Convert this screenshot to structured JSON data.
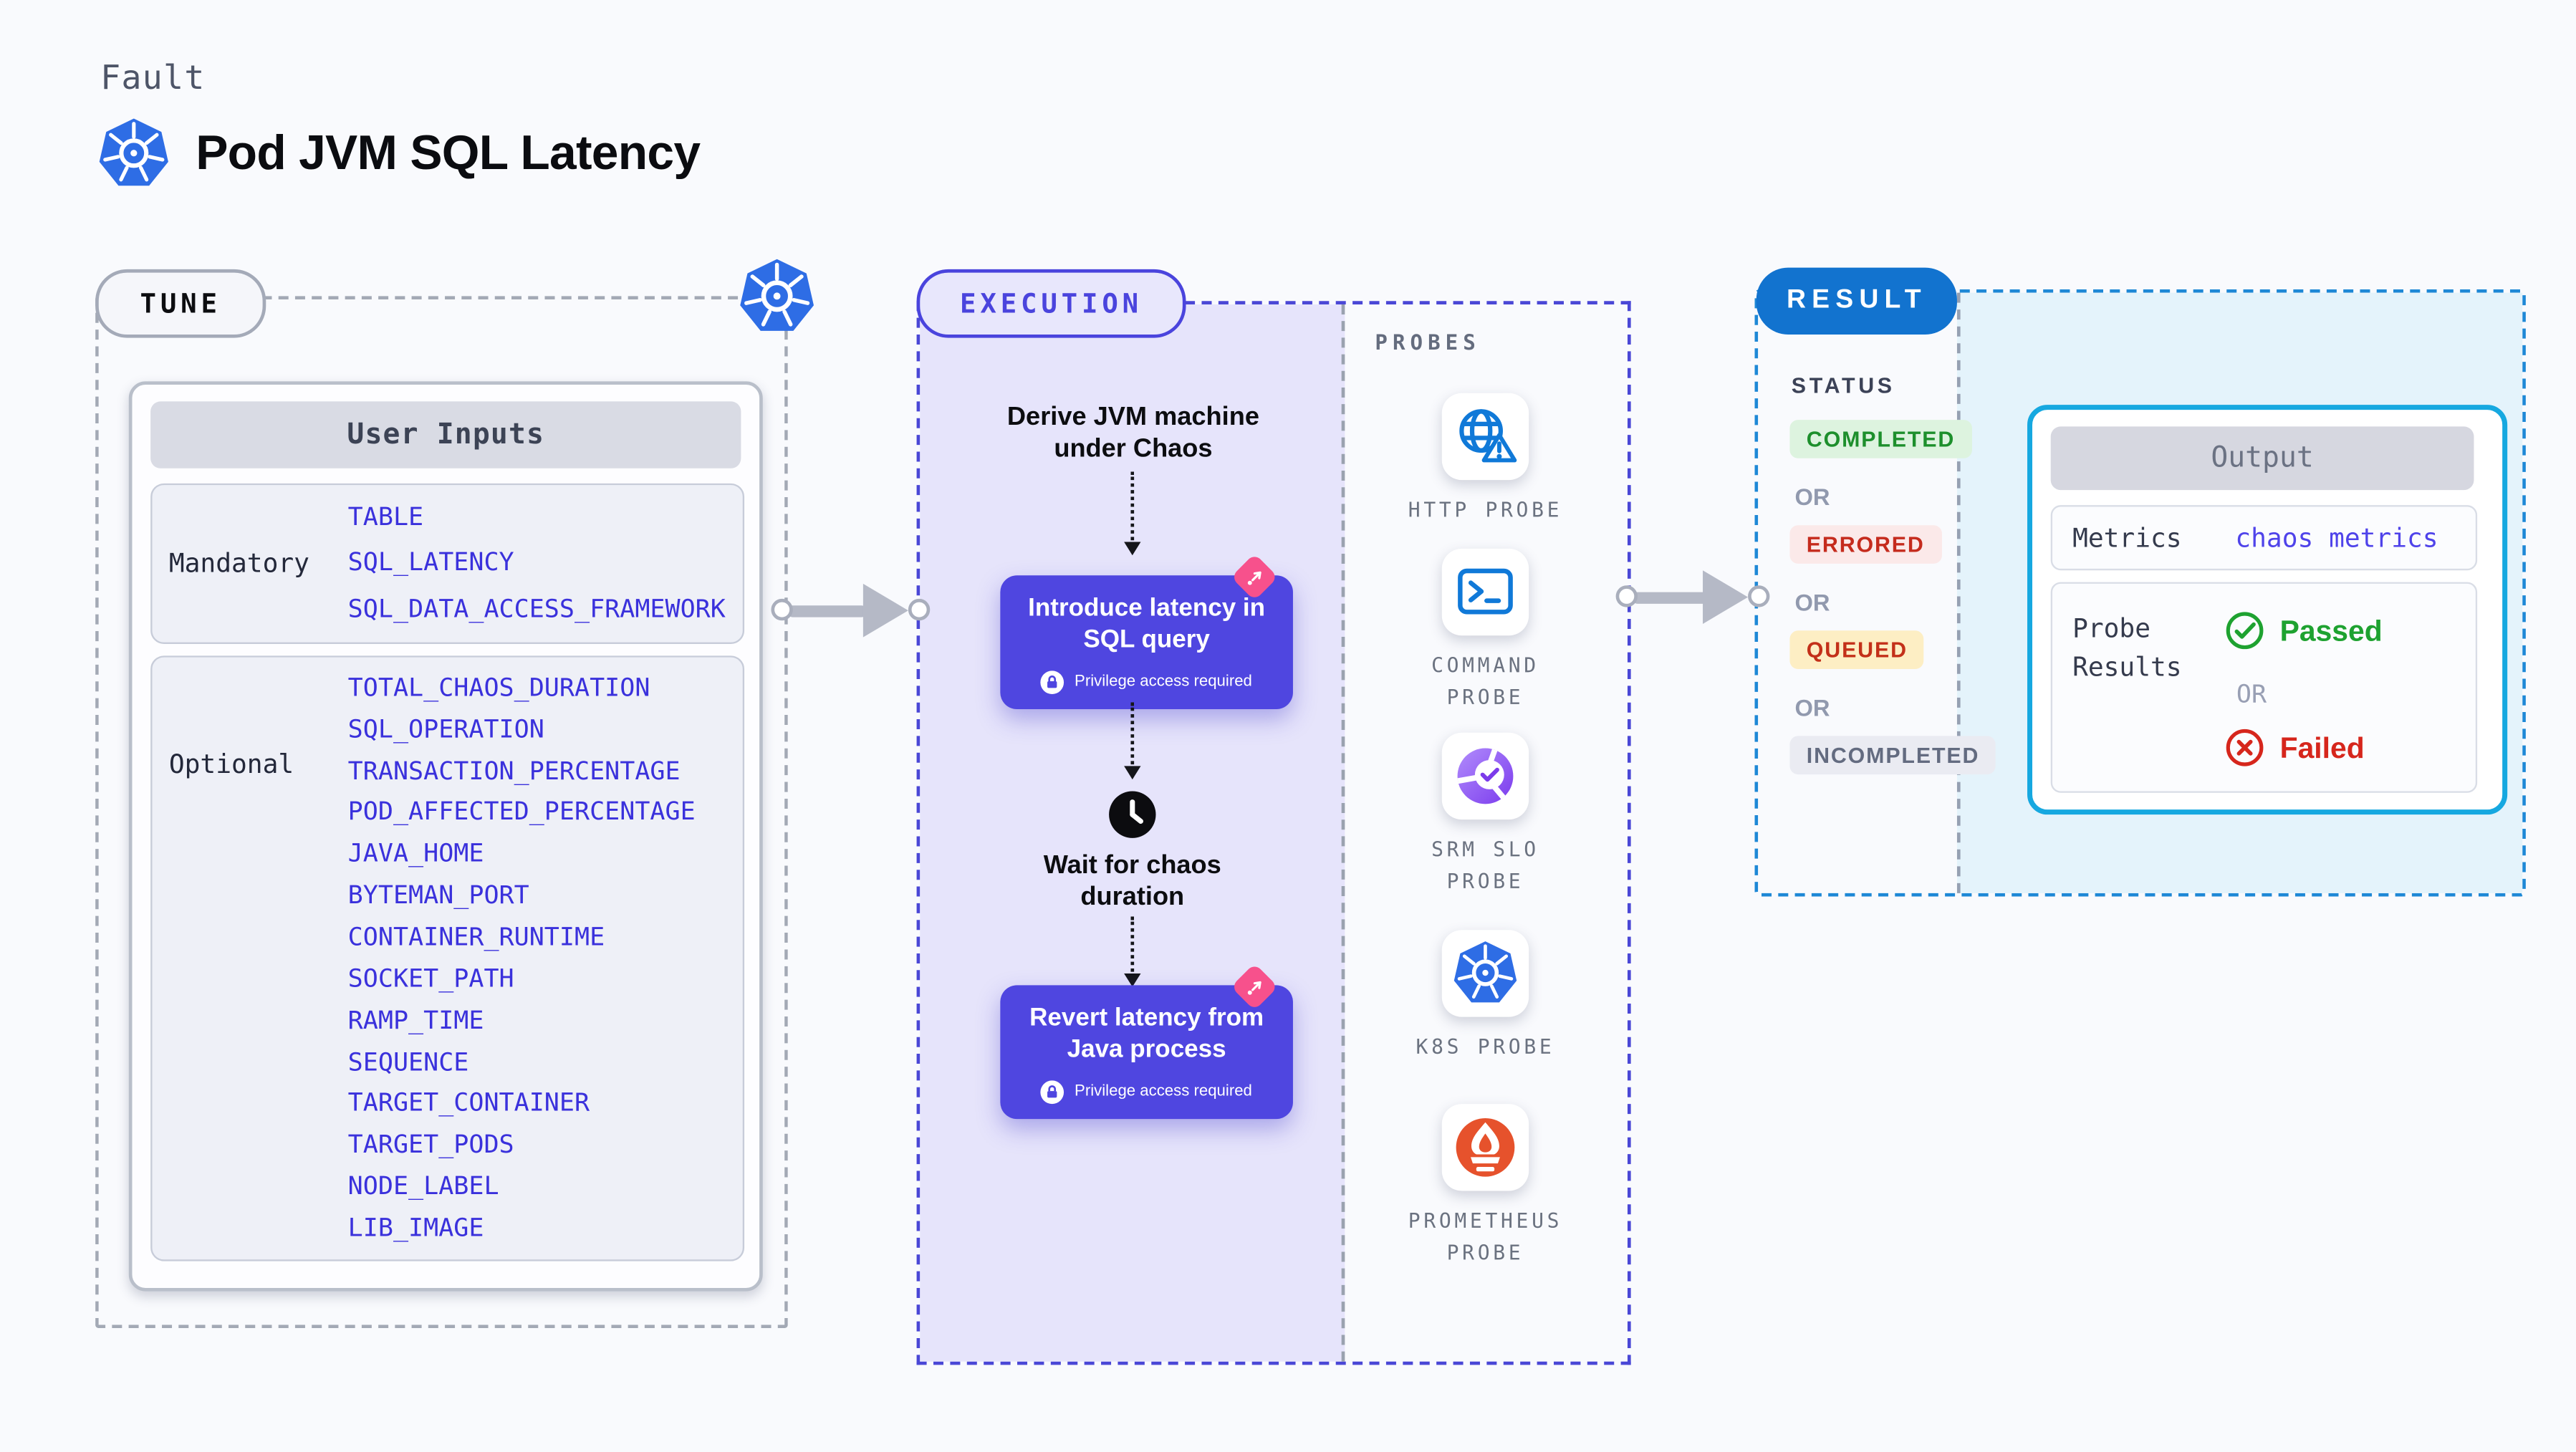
{
  "page": {
    "kicker": "Fault",
    "title": "Pod JVM SQL Latency"
  },
  "tune": {
    "label": "TUNE",
    "table_header": "User Inputs",
    "mandatory_label": "Mandatory",
    "mandatory": [
      "TABLE",
      "SQL_LATENCY",
      "SQL_DATA_ACCESS_FRAMEWORK"
    ],
    "optional_label": "Optional",
    "optional": [
      "TOTAL_CHAOS_DURATION",
      "SQL_OPERATION",
      "TRANSACTION_PERCENTAGE",
      "POD_AFFECTED_PERCENTAGE",
      "JAVA_HOME",
      "BYTEMAN_PORT",
      "CONTAINER_RUNTIME",
      "SOCKET_PATH",
      "RAMP_TIME",
      "SEQUENCE",
      "TARGET_CONTAINER",
      "TARGET_PODS",
      "NODE_LABEL",
      "LIB_IMAGE"
    ]
  },
  "execution": {
    "label": "EXECUTION",
    "step_derive": "Derive JVM machine under Chaos",
    "step_introduce": "Introduce latency in SQL query",
    "step_wait": "Wait for chaos duration",
    "step_revert": "Revert latency from Java process",
    "privilege_note": "Privilege access required"
  },
  "probes": {
    "label": "PROBES",
    "items": [
      {
        "name": "HTTP PROBE",
        "icon": "globe-alert-icon"
      },
      {
        "name": "COMMAND PROBE",
        "icon": "terminal-icon"
      },
      {
        "name": "SRM SLO PROBE",
        "icon": "slo-check-icon"
      },
      {
        "name": "K8S PROBE",
        "icon": "kubernetes-icon"
      },
      {
        "name": "PROMETHEUS PROBE",
        "icon": "prometheus-icon"
      }
    ]
  },
  "result": {
    "label": "RESULT",
    "status_label": "STATUS",
    "or_label": "OR",
    "statuses": [
      {
        "label": "COMPLETED",
        "color": "#1d8f2c",
        "bg": "#ddf3df"
      },
      {
        "label": "ERRORED",
        "color": "#c52b1d",
        "bg": "#fbe9e9"
      },
      {
        "label": "QUEUED",
        "color": "#c33019",
        "bg": "#fdeec4"
      },
      {
        "label": "INCOMPLETED",
        "color": "#636b80",
        "bg": "#eaebf2"
      }
    ],
    "output": {
      "header": "Output",
      "metrics_label": "Metrics",
      "metrics_value": "chaos metrics",
      "probe_results_label": "Probe Results",
      "passed_label": "Passed",
      "failed_label": "Failed"
    }
  },
  "colors": {
    "page_bg": "#f9fafd",
    "indigo_accent": "#4f46e0",
    "lavender_bg": "#e6e4fb",
    "kubernetes_blue": "#2e6de5",
    "chaos_pink": "#f7518c",
    "result_blue": "#1273cf",
    "result_dash_blue": "#1e88d6",
    "cyan_panel_bg": "#e4f3fb",
    "output_border_cyan": "#16a8e0",
    "passed_green": "#1ea230",
    "failed_red": "#d6261c",
    "param_blue": "#3a31dc",
    "probe_icon_blue": "#1079d8",
    "prometheus_orange": "#e6522c"
  }
}
